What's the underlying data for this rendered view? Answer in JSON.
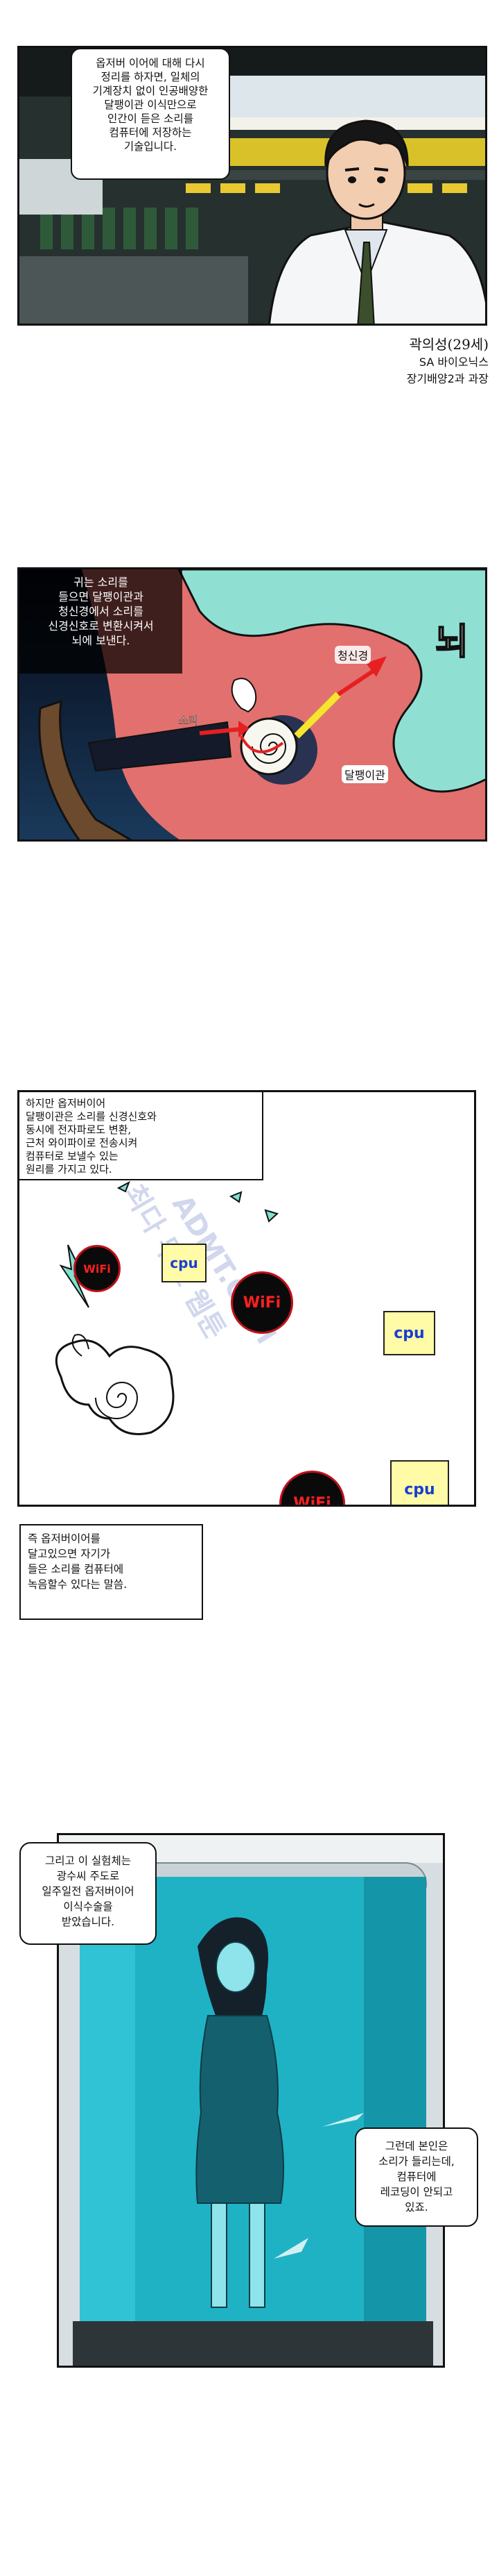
{
  "panel1": {
    "bubble": "옵저버 이어에 대해 다시\n정리를 하자면, 일체의\n기계장치 없이 인공배양한\n달팽이관 이식만으로\n인간이 듣은 소리를\n컴퓨터에 저장하는\n기술입니다.",
    "caption_name": "곽의성(29세)",
    "caption_company": "SA 바이오닉스",
    "caption_title": "장기배양2과 과장"
  },
  "panel2": {
    "box": "귀는 소리를\n들으면 달팽이관과\n청신경에서 소리를\n신경신호로 변환시켜서\n뇌에 보낸다.",
    "label_nerve": "청신경",
    "label_brain": "뇌",
    "label_sound": "소리",
    "label_cochlea": "달팽이관"
  },
  "panel3": {
    "box_top": "하지만 옵저버이어\n달팽이관은 소리를 신경신호와\n동시에 전자파로도 변환,\n근처 와이파이로 전송시켜\n컴퓨터로 보낼수 있는\n원리를 가지고 있다.",
    "box_bottom": "즉 옵저버이어를\n달고있으면 자기가\n들은 소리를 컴퓨터에\n녹음할수 있다는 말씀.",
    "wifi_label": "WiFi",
    "cpu_label": "cpu",
    "watermark_1": "ADMT.COM",
    "watermark_2": "최다 무료 웹툰"
  },
  "panel4": {
    "bubble_top": "그리고 이 실험체는\n광수씨 주도로\n일주일전 옵저버이어\n이식수술을\n받았습니다.",
    "bubble_bottom": "그런데 본인은\n소리가 들리는데,\n컴퓨터에\n레코딩이 안되고\n있죠."
  }
}
